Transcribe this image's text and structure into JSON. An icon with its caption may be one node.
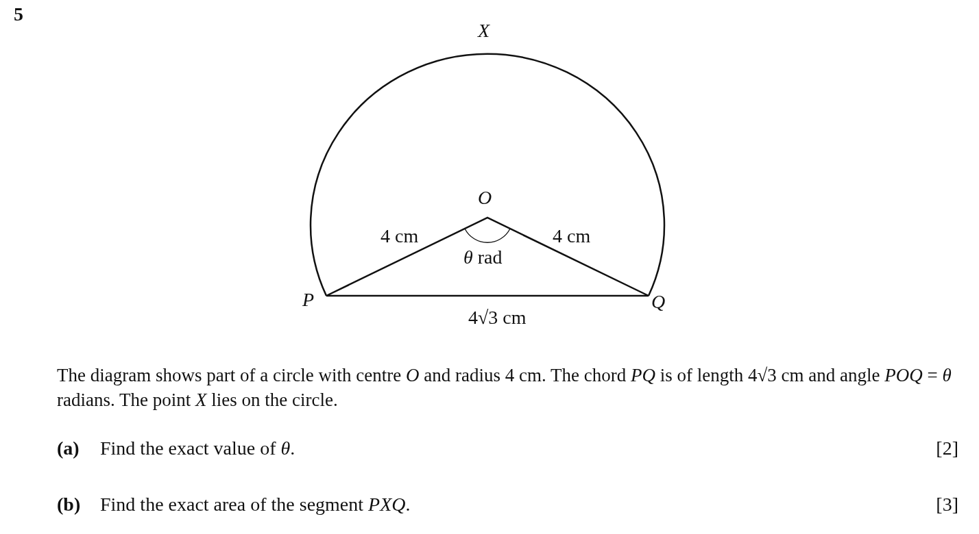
{
  "diagram": {
    "labels": [
      "5",
      "X",
      "O",
      "4 cm",
      "4 cm",
      "*θ* rad",
      "P",
      "Q",
      "4√3 cm",
      "The diagram shows part of a circle with centre *O* and radius 4 cm. The chord *PQ* is of length 4√3 cm and angle *POQ* = *θ* radians. The point *X* lies on the circle.",
      "(a)",
      "Find the exact value of *θ*.",
      "[2]",
      "(b)",
      "Find the exact area of the segment *PXQ*.",
      "[3]"
    ]
  }
}
